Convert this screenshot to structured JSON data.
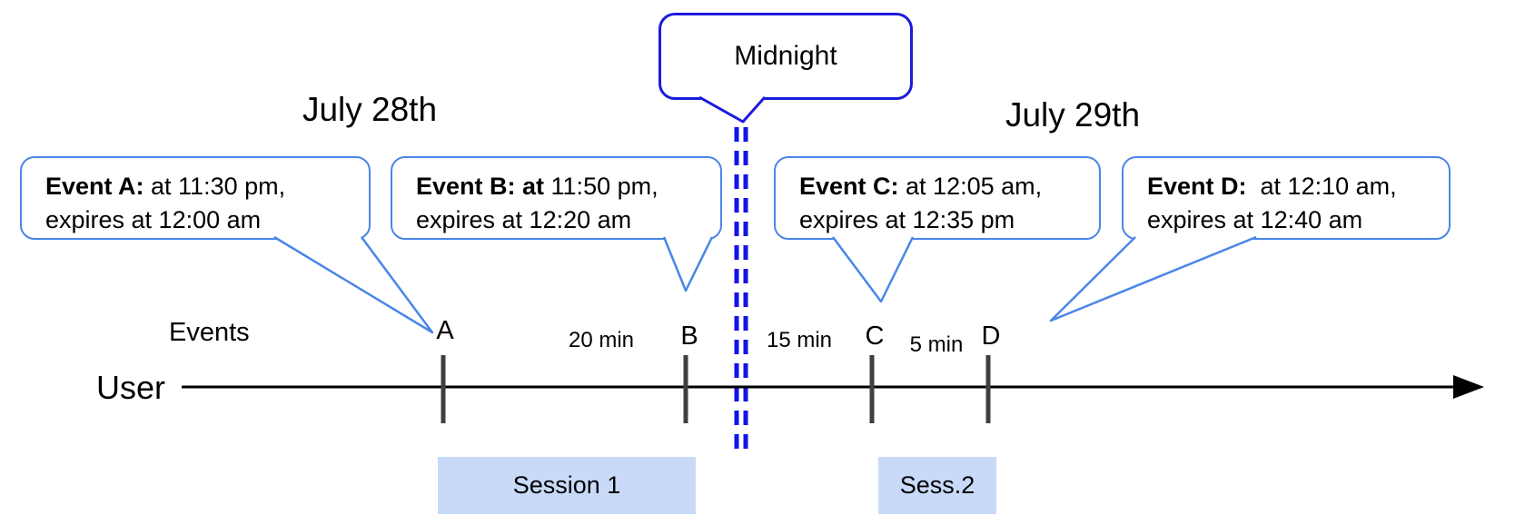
{
  "diagram": {
    "dates": {
      "left": "July 28th",
      "right": "July 29th"
    },
    "midnight": {
      "label": "Midnight"
    },
    "axis": {
      "events_label": "Events",
      "user_label": "User"
    },
    "callouts": [
      {
        "id": "A",
        "title": "Event A:",
        "line1_rest": " at 11:30 pm,",
        "line2": "expires at 12:00 am"
      },
      {
        "id": "B",
        "title": "Event B: at",
        "line1_rest": " 11:50 pm,",
        "line2": "expires at 12:20 am"
      },
      {
        "id": "C",
        "title": "Event C:",
        "line1_rest": " at 12:05 am,",
        "line2": "expires at 12:35 pm"
      },
      {
        "id": "D",
        "title": "Event D:",
        "line1_rest": "  at 12:10 am,",
        "line2": "expires at 12:40 am"
      }
    ],
    "ticks": [
      {
        "label": "A"
      },
      {
        "label": "B"
      },
      {
        "label": "C"
      },
      {
        "label": "D"
      }
    ],
    "gaps": [
      {
        "label": "20 min"
      },
      {
        "label": "15 min"
      },
      {
        "label": "5 min"
      }
    ],
    "sessions": [
      {
        "label": "Session 1"
      },
      {
        "label": "Sess.2"
      }
    ],
    "colors": {
      "callout-border": "#4a86e8",
      "midnight-border": "#1b1bdd",
      "dash-blue": "#1313e6",
      "session-fill": "#c9daf8",
      "tick-gray": "#3f3f3f",
      "text-black": "#000000"
    }
  }
}
